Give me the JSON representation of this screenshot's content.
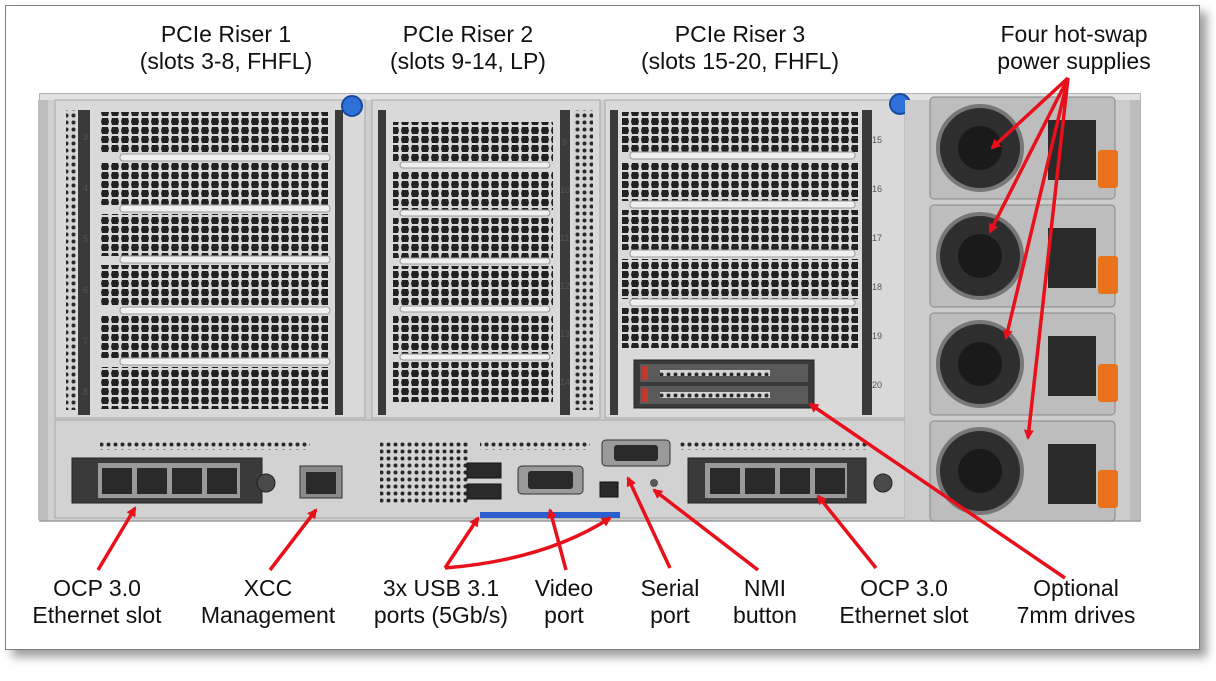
{
  "labels": {
    "riser1": {
      "line1": "PCIe Riser 1",
      "line2": "(slots 3-8, FHFL)"
    },
    "riser2": {
      "line1": "PCIe Riser 2",
      "line2": "(slots 9-14, LP)"
    },
    "riser3": {
      "line1": "PCIe Riser 3",
      "line2": "(slots 15-20, FHFL)"
    },
    "psu": {
      "line1": "Four hot-swap",
      "line2": "power supplies"
    },
    "ocp_left": {
      "line1": "OCP 3.0",
      "line2": "Ethernet slot"
    },
    "xcc": {
      "line1": "XCC",
      "line2": "Management"
    },
    "usb": {
      "line1": "3x USB 3.1",
      "line2": "ports (5Gb/s)"
    },
    "video": {
      "line1": "Video",
      "line2": "port"
    },
    "serial": {
      "line1": "Serial",
      "line2": "port"
    },
    "nmi": {
      "line1": "NMI",
      "line2": "button"
    },
    "ocp_right": {
      "line1": "OCP 3.0",
      "line2": "Ethernet slot"
    },
    "drives": {
      "line1": "Optional",
      "line2": "7mm drives"
    }
  },
  "slot_numbers": {
    "riser1": [
      "3",
      "4",
      "5",
      "6",
      "7",
      "8"
    ],
    "riser2": [
      "9",
      "10",
      "11",
      "12",
      "13",
      "14"
    ],
    "riser3": [
      "15",
      "16",
      "17",
      "18",
      "19",
      "20"
    ]
  },
  "colors": {
    "arrow": "#e8101a",
    "chassis": "#d6d6d6",
    "psu_handle": "#e8731a",
    "thumbscrew": "#2f6fd8"
  }
}
